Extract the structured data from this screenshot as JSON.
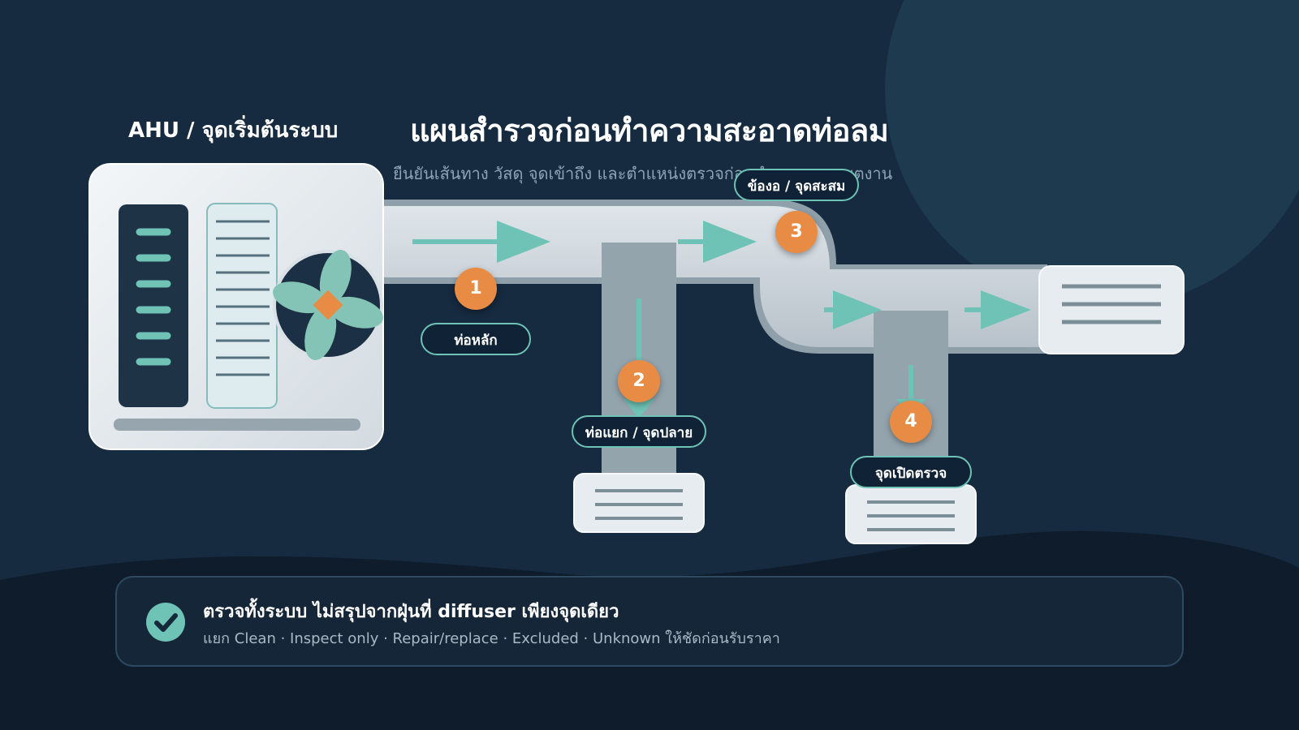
{
  "title": "แผนสำรวจก่อนทำความสะอาดท่อลม",
  "subtitle": "ยืนยันเส้นทาง วัสดุ จุดเข้าถึง และตำแหน่งตรวจก่อนกำหนดขอบเขตงาน",
  "ahu_label": "AHU / จุดเริ่มต้นระบบ",
  "stations": [
    {
      "number": "1",
      "label": "ท่อหลัก"
    },
    {
      "number": "2",
      "label": "ท่อแยก / จุดปลาย"
    },
    {
      "number": "3",
      "label": "ข้องอ / จุดสะสม"
    },
    {
      "number": "4",
      "label": "จุดเปิดตรวจ"
    }
  ],
  "note": {
    "title": "ตรวจทั้งระบบ ไม่สรุปจากฝุ่นที่ diffuser เพียงจุดเดียว",
    "subtitle": "แยก Clean · Inspect only · Repair/replace · Excluded · Unknown ให้ชัดก่อนรับราคา",
    "icon": "check-circle-icon"
  },
  "colors": {
    "background": "#162a40",
    "accent": "#6fc3b6",
    "badge": "#e88c45",
    "duct": "#c3ccd3",
    "branch": "#94a4ad"
  }
}
